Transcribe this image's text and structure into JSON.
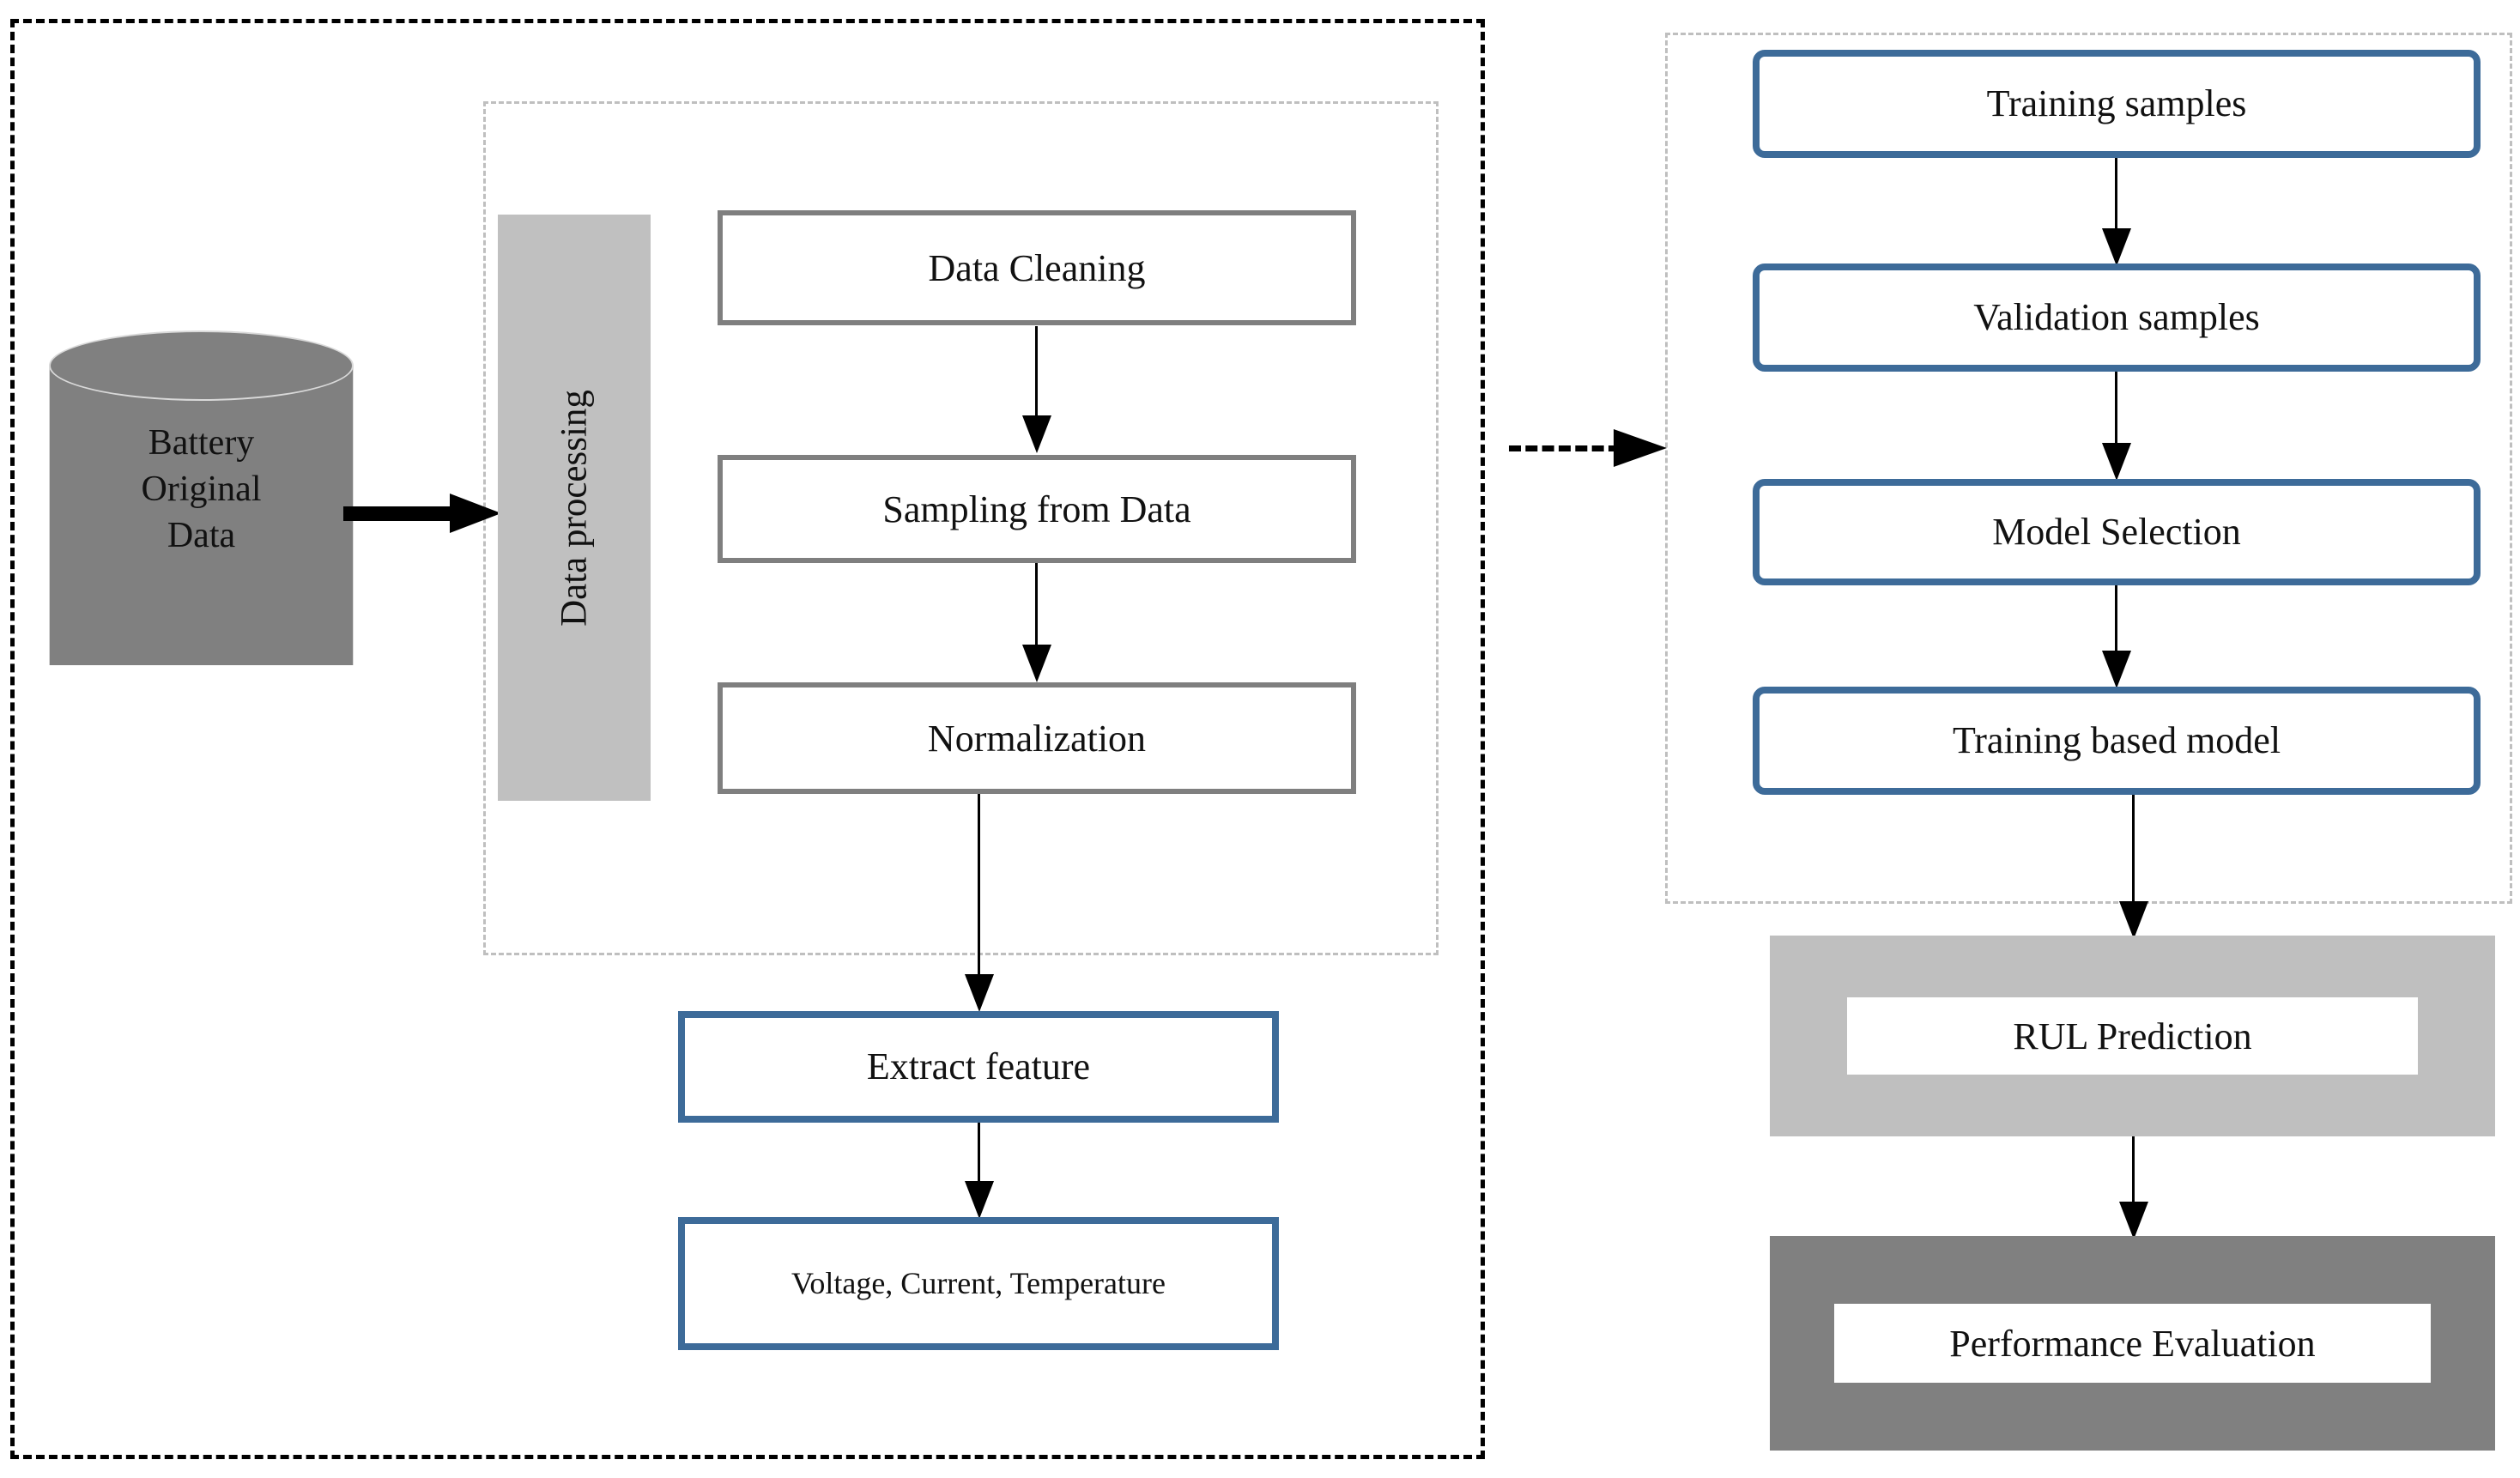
{
  "diagram": {
    "title": "Battery RUL prediction framework flowchart",
    "colors": {
      "accent_blue": "#3d6b99",
      "box_border_gray": "#7f7f7f",
      "band_light_gray": "#c0c0c0",
      "shade_light_gray": "#bfbfbf",
      "shade_dark_gray": "#808080",
      "cylinder_gray": "#808080",
      "dashed_outer": "#000000",
      "dashed_inner": "#bfbfbf"
    }
  },
  "left_panel": {
    "data_source": {
      "label_lines": [
        "Battery",
        "Original",
        "Data"
      ],
      "label": "Battery Original Data"
    },
    "band_label": "Data processing",
    "process_steps": [
      {
        "label": "Data Cleaning"
      },
      {
        "label": "Sampling from Data"
      },
      {
        "label": "Normalization"
      }
    ],
    "feature_steps": [
      {
        "label": "Extract feature"
      },
      {
        "label": "Voltage, Current, Temperature"
      }
    ]
  },
  "right_panel": {
    "model_steps": [
      {
        "label": "Training samples"
      },
      {
        "label": "Validation samples"
      },
      {
        "label": "Model Selection"
      },
      {
        "label": "Training based model"
      }
    ],
    "output_steps": [
      {
        "label": "RUL Prediction"
      },
      {
        "label": "Performance Evaluation"
      }
    ]
  }
}
